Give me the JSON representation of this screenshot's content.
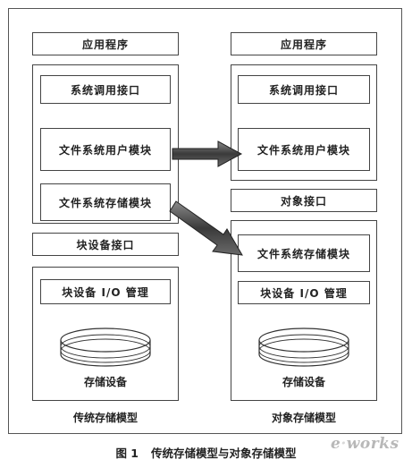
{
  "left_model": {
    "app": "应用程序",
    "syscall": "系统调用接口",
    "fs_user": "文件系统用户模块",
    "fs_storage": "文件系统存储模块",
    "block_iface": "块设备接口",
    "block_io": "块设备 I/O 管理",
    "storage_device": "存储设备",
    "caption": "传统存储模型"
  },
  "right_model": {
    "app": "应用程序",
    "syscall": "系统调用接口",
    "fs_user": "文件系统用户模块",
    "object_iface": "对象接口",
    "fs_storage": "文件系统存储模块",
    "block_io": "块设备 I/O 管理",
    "storage_device": "存储设备",
    "caption": "对象存储模型"
  },
  "figure": {
    "number": "图 1",
    "title": "传统存储模型与对象存储模型"
  },
  "watermark": {
    "prefix": "e",
    "suffix": "works",
    "icon": "e-works-logo"
  },
  "colors": {
    "border": "#444444",
    "arrow_fill": "#555555"
  }
}
